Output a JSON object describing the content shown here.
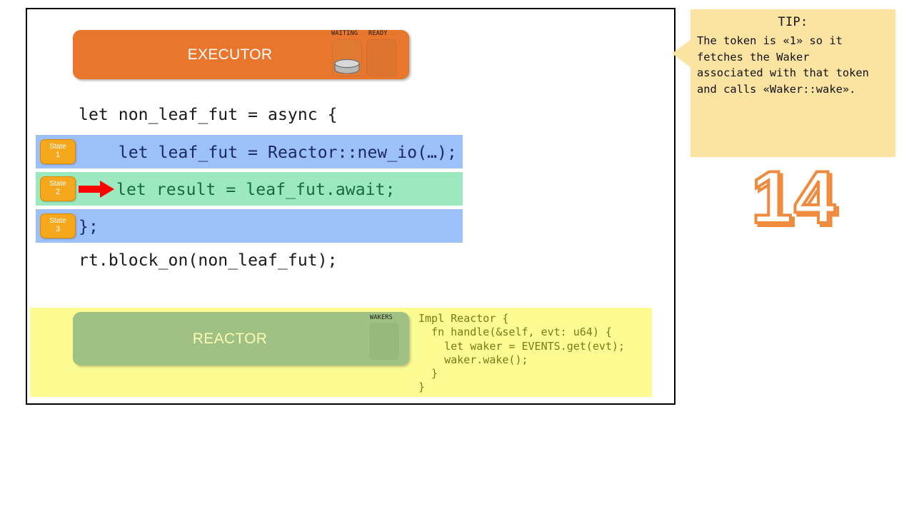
{
  "slide": {
    "number": "14",
    "frame": {
      "border_color": "#000000"
    }
  },
  "executor": {
    "title": "EXECUTOR",
    "fill": "#E8762C",
    "queues": [
      {
        "label": "WAITING",
        "name": "waiting-queue",
        "has_token": true
      },
      {
        "label": "READY",
        "name": "ready-queue",
        "has_token": false
      }
    ],
    "token_icon": "cylinder-token-icon"
  },
  "code": {
    "header_line": "let non_leaf_fut = async {",
    "footer_line": "rt.block_on(non_leaf_fut);",
    "rows": [
      {
        "state_word": "State",
        "state_number": "1",
        "text": "    let leaf_fut = Reactor::new_io(…);",
        "highlight": "blue",
        "arrow": false
      },
      {
        "state_word": "State",
        "state_number": "2",
        "text": "let result = leaf_fut.await;",
        "highlight": "green",
        "arrow": true
      },
      {
        "state_word": "State",
        "state_number": "3",
        "text": "};",
        "highlight": "blue",
        "arrow": false
      }
    ],
    "colors": {
      "blue_band": "#9CC0F9",
      "green_band": "#9CE9C0",
      "navy_text": "#1B2A63",
      "green_text": "#146B3C",
      "badge_fill": "#F5A81C",
      "arrow_fill": "#FF0000"
    }
  },
  "reactor": {
    "title": "REACTOR",
    "fill": "#9FC183",
    "band_fill": "#FCFB92",
    "queues": [
      {
        "label": "WAKERS",
        "name": "wakers-queue"
      }
    ],
    "code": "Impl Reactor {\n  fn handle(&self, evt: u64) {\n    let waker = EVENTS.get(evt);\n    waker.wake();\n  }\n}"
  },
  "tip": {
    "title": "TIP:",
    "body": "The token is «1» so it\nfetches the Waker\nassociated with that token\nand calls «Waker::wake».",
    "fill": "#FBE3A2"
  }
}
